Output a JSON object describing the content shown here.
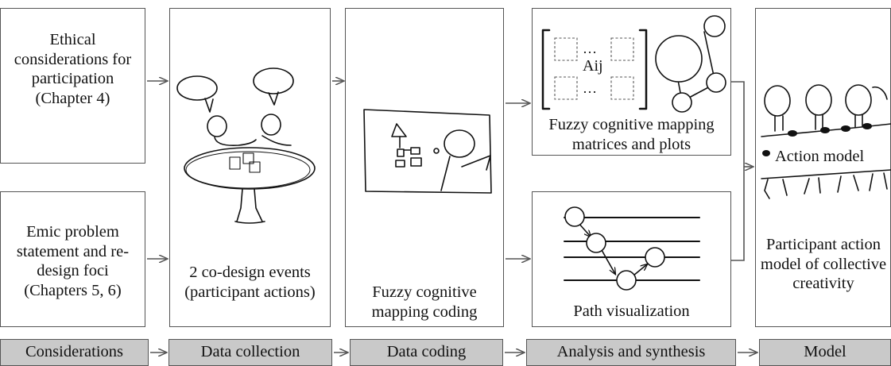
{
  "boxes": {
    "ethical": "Ethical considerations for participation (Chapter 4)",
    "emic": "Emic problem statement and re-design foci (Chapters 5, 6)",
    "co_design": "2 co-design events (participant actions)",
    "fcm_coding": "Fuzzy cognitive mapping coding",
    "fcm_matrices": "Fuzzy cognitive mapping matrices and plots",
    "path_vis": "Path visualization",
    "action_model": "Action model",
    "participant_model": "Participant action model of collective creativity",
    "matrix_symbol": "Aij",
    "ellipsis": "…"
  },
  "stages": [
    "Considerations",
    "Data collection",
    "Data coding",
    "Analysis and synthesis",
    "Model"
  ]
}
